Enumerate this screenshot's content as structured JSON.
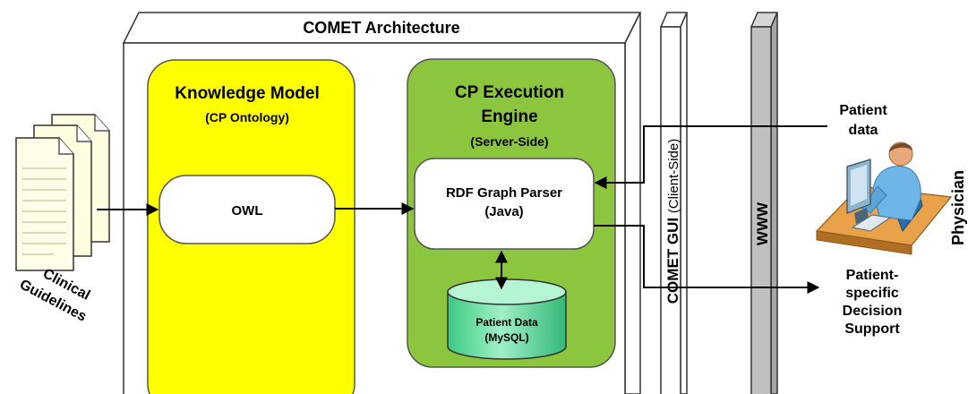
{
  "architecture": {
    "title": "COMET Architecture"
  },
  "knowledge_model": {
    "title": "Knowledge Model",
    "subtitle": "(CP Ontology)",
    "owl_label": "OWL",
    "fill_color": "#ffff00"
  },
  "execution_engine": {
    "title_line1": "CP Execution",
    "title_line2": "Engine",
    "subtitle": "(Server-Side)",
    "fill_color": "#8cc63f",
    "parser_line1": "RDF Graph Parser",
    "parser_line2": "(Java)",
    "database_line1": "Patient Data",
    "database_line2": "(MySQL)",
    "database_color": "#66e0a3"
  },
  "clinical_guidelines": {
    "line1": "Clinical",
    "line2": "Guidelines",
    "icon": "documents-icon"
  },
  "gui_panel": {
    "label_bold": "COMET GUI",
    "label_normal": "(Client-Side)"
  },
  "www_panel": {
    "label": "WWW",
    "fill_color": "#c0c0c0"
  },
  "patient_data_label": {
    "line1": "Patient",
    "line2": "data"
  },
  "decision_support": {
    "line1": "Patient-",
    "line2": "specific",
    "line3": "Decision",
    "line4": "Support"
  },
  "physician": {
    "label": "Physician",
    "icon": "physician-at-computer-icon"
  }
}
